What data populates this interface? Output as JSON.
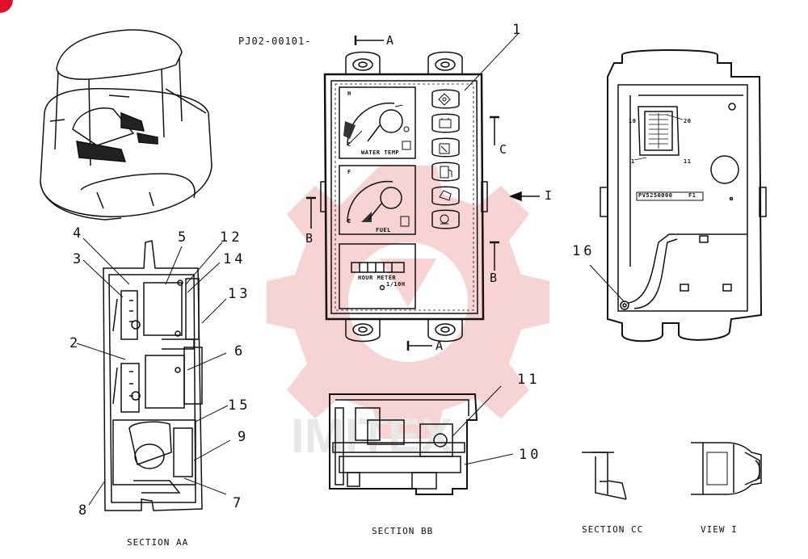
{
  "drawing": {
    "part_number": "PJ02-00101-",
    "serial_tag": "PV5250000",
    "serial_tag_suffix": "F1"
  },
  "callouts": [
    "1",
    "2",
    "3",
    "4",
    "5",
    "6",
    "7",
    "8",
    "9",
    "10",
    "11",
    "12",
    "13",
    "14",
    "15",
    "16"
  ],
  "section_marks": {
    "a_top": "A",
    "a_bottom": "A",
    "b_left": "B",
    "b_right": "B",
    "c": "C",
    "i": "I"
  },
  "panel_labels": {
    "water_temp": "WATER TEMP",
    "fuel": "FUEL",
    "hour_meter": "HOUR METER",
    "hour_unit": "1/10H",
    "gauge_h": "H",
    "gauge_c": "C",
    "gauge_f": "F",
    "gauge_e": "E",
    "connector_10": "10",
    "connector_20": "20",
    "connector_1": "1",
    "connector_11": "11"
  },
  "captions": {
    "section_aa": "SECTION AA",
    "section_bb": "SECTION BB",
    "section_cc": "SECTION CC",
    "view_i": "VIEW I"
  },
  "colors": {
    "line": "#111111",
    "watermark": "#f4c9c9",
    "badge": "#e0102a"
  }
}
